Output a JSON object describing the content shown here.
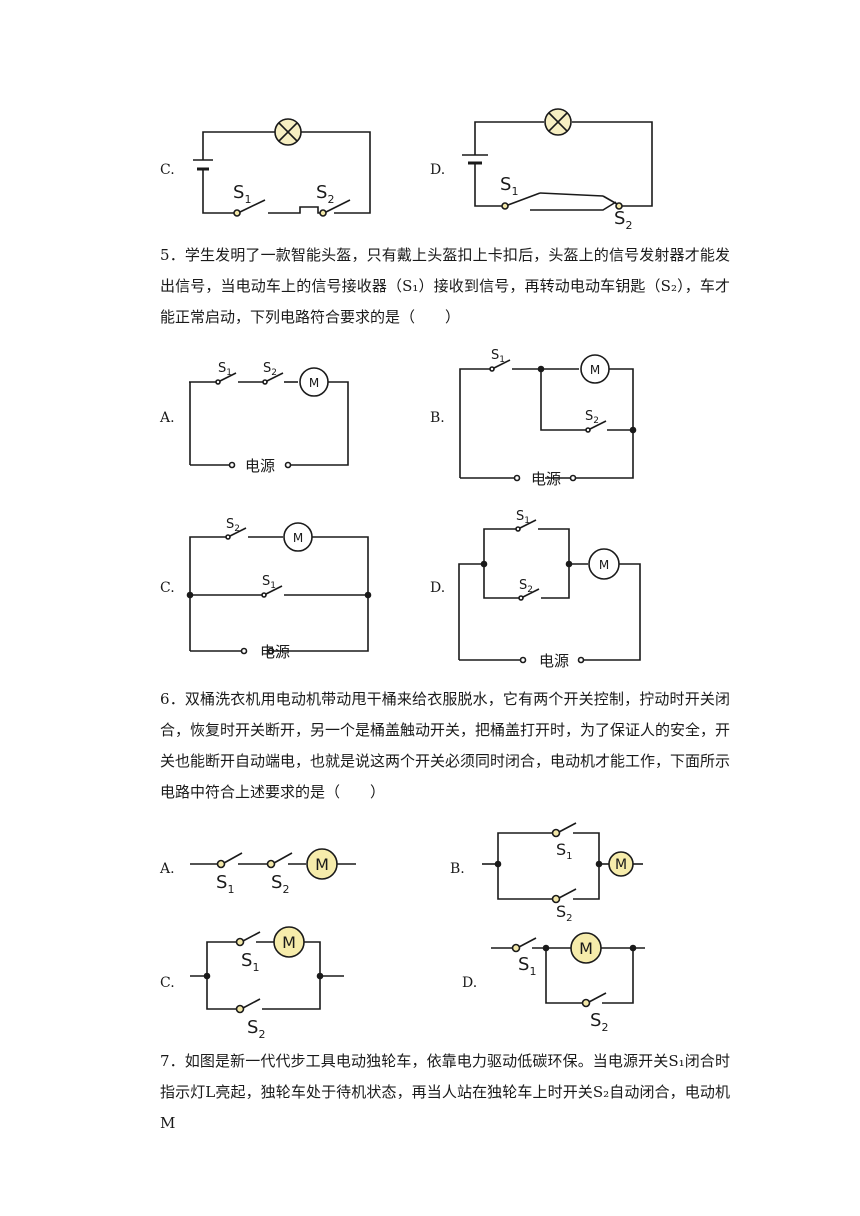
{
  "q4": {
    "options": [
      "C.",
      "D."
    ],
    "s1": "S",
    "s1_sub": "1",
    "s2": "S",
    "s2_sub": "2"
  },
  "q5": {
    "text": "5．学生发明了一款智能头盔，只有戴上头盔扣上卡扣后，头盔上的信号发射器才能发出信号，当电动车上的信号接收器（S₁）接收到信号，再转动电动车钥匙（S₂），车才能正常启动，下列电路符合要求的是（　　）",
    "options": [
      "A.",
      "B.",
      "C.",
      "D."
    ],
    "power_label": "电源",
    "motor_label": "M",
    "s1": "S",
    "s1_sub": "1",
    "s2": "S",
    "s2_sub": "2"
  },
  "q6": {
    "text": "6．双桶洗衣机用电动机带动甩干桶来给衣服脱水，它有两个开关控制，拧动时开关闭合，恢复时开关断开，另一个是桶盖触动开关，把桶盖打开时，为了保证人的安全，开关也能断开自动端电，也就是说这两个开关必须同时闭合，电动机才能工作，下面所示电路中符合上述要求的是（　　）",
    "options": [
      "A.",
      "B.",
      "C.",
      "D."
    ],
    "motor_label": "M",
    "s1": "S",
    "s1_sub": "1",
    "s2": "S",
    "s2_sub": "2"
  },
  "q7": {
    "text": "7．如图是新一代代步工具电动独轮车，依靠电力驱动低碳环保。当电源开关S₁闭合时指示灯L亮起，独轮车处于待机状态，再当人站在独轮车上时开关S₂自动闭合，电动机M"
  },
  "colors": {
    "lamp_fill": "#f7efc2",
    "motor_fill": "#f6ecab",
    "switch_dot_fill": "#f2e7a8",
    "line": "#1a1a1a"
  }
}
